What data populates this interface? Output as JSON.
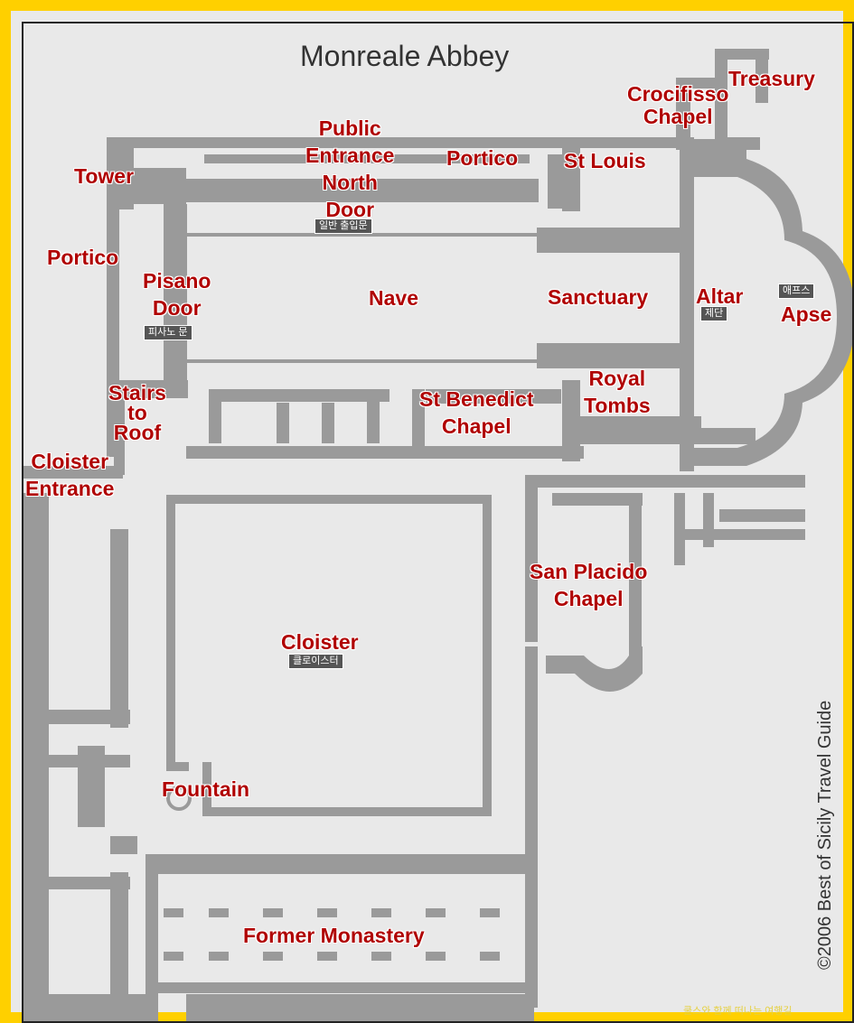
{
  "map": {
    "title": "Monreale Abbey",
    "copyright": "©2006 Best of Sicily Travel Guide",
    "footer_note": "쿨스와 함께 떠나는 여행길",
    "colors": {
      "wall": "#9a9a9a",
      "floor": "#e9e9e9",
      "label": "#b00000",
      "frame": "#ffd000"
    },
    "labels": {
      "treasury": "Treasury",
      "crocifisso_1": "Crocifisso",
      "crocifisso_2": "Chapel",
      "public_1": "Public",
      "public_2": "Entrance",
      "public_3": "North",
      "public_4": "Door",
      "portico_north": "Portico",
      "st_louis": "St Louis",
      "tower": "Tower",
      "portico_west": "Portico",
      "pisano_1": "Pisano",
      "pisano_2": "Door",
      "nave": "Nave",
      "sanctuary": "Sanctuary",
      "altar": "Altar",
      "apse": "Apse",
      "royal_1": "Royal",
      "royal_2": "Tombs",
      "stairs_1": "Stairs",
      "stairs_2": "to",
      "stairs_3": "Roof",
      "st_benedict_1": "St Benedict",
      "st_benedict_2": "Chapel",
      "cloister_entrance_1": "Cloister",
      "cloister_entrance_2": "Entrance",
      "san_placido_1": "San Placido",
      "san_placido_2": "Chapel",
      "cloister": "Cloister",
      "fountain": "Fountain",
      "former_monastery": "Former Monastery"
    },
    "korean": {
      "public_entrance": "일반 출입문",
      "pisano_door": "피사노 문",
      "apse": "애프스",
      "altar": "제단",
      "cloister": "클로이스터"
    }
  }
}
